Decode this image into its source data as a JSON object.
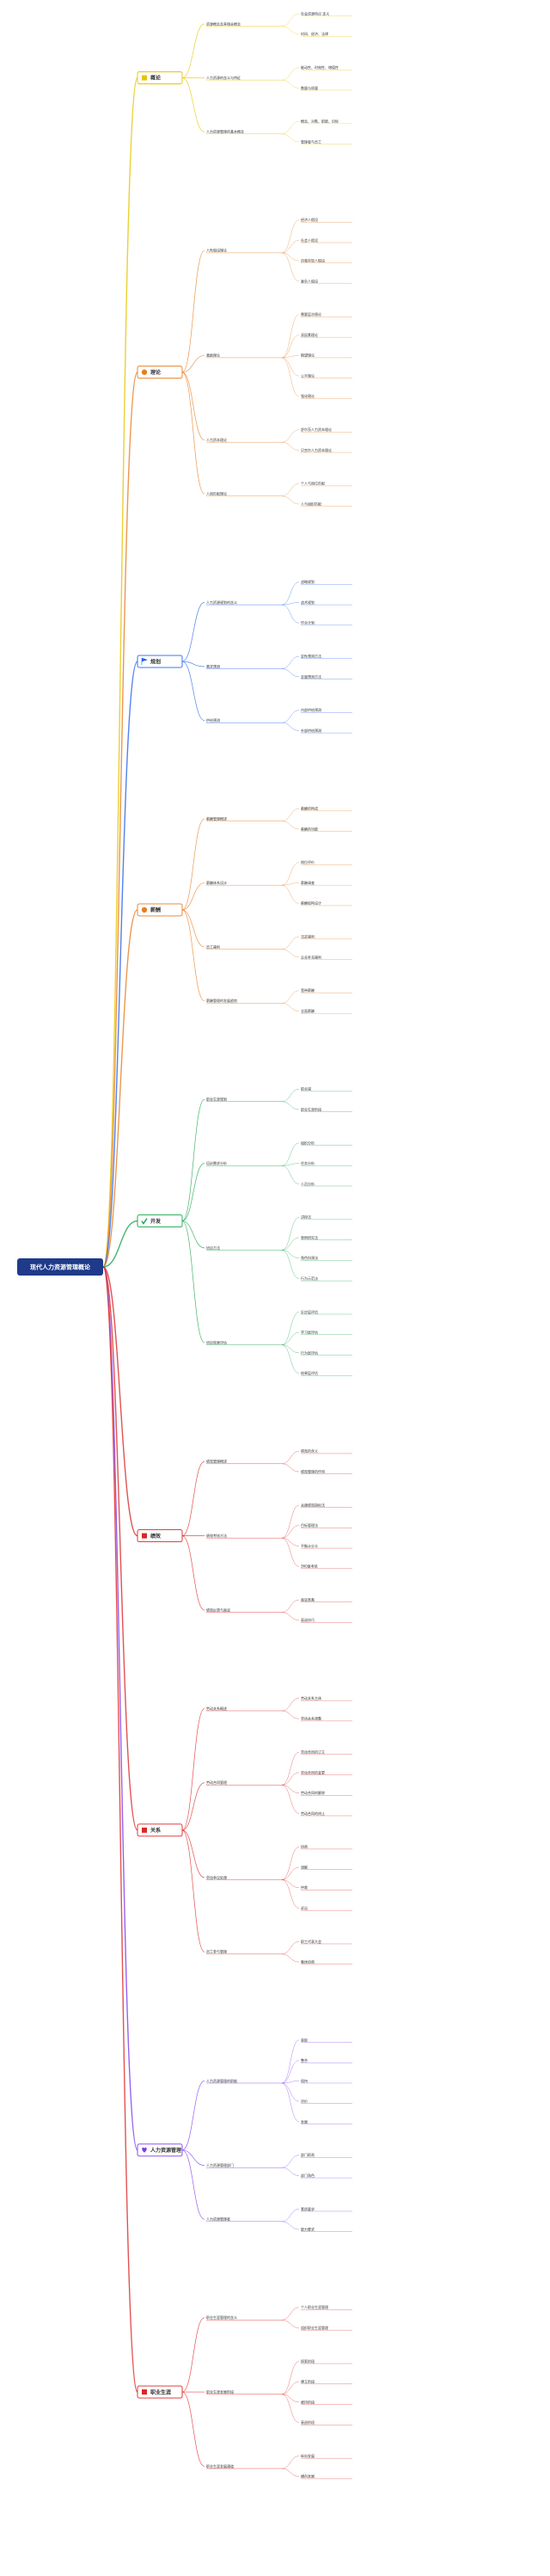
{
  "root": {
    "label": "现代人力资源管理概论",
    "color": "#1f3a8a"
  },
  "branches": [
    {
      "label": "概论",
      "color": "#e7c400",
      "icon": "square-icon",
      "children": [
        {
          "label": "资源概念及其相关概念",
          "children": [
            {
              "label": "社会资源特点 定义"
            },
            {
              "label": "时间、经济、法律"
            }
          ]
        },
        {
          "label": "人力资源的含义与特征",
          "children": [
            {
              "label": "能动性、时效性、增值性"
            },
            {
              "label": "数量与质量"
            }
          ]
        },
        {
          "label": "人力资源管理的基本概念",
          "children": [
            {
              "label": "概念、对象、职能、目标"
            },
            {
              "label": "管理者与员工"
            }
          ]
        }
      ]
    },
    {
      "label": "理论",
      "color": "#e67e22",
      "icon": "circle-icon",
      "children": [
        {
          "label": "人性假设理论",
          "children": [
            {
              "label": "经济人假设"
            },
            {
              "label": "社会人假设"
            },
            {
              "label": "自我实现人假设"
            },
            {
              "label": "复杂人假设"
            }
          ]
        },
        {
          "label": "激励理论",
          "children": [
            {
              "label": "需要层次理论"
            },
            {
              "label": "双因素理论"
            },
            {
              "label": "期望理论"
            },
            {
              "label": "公平理论"
            },
            {
              "label": "强化理论"
            }
          ]
        },
        {
          "label": "人力资本理论",
          "children": [
            {
              "label": "舒尔茨人力资本理论"
            },
            {
              "label": "贝克尔人力资本理论"
            }
          ]
        },
        {
          "label": "人岗匹配理论",
          "children": [
            {
              "label": "个人与岗位匹配"
            },
            {
              "label": "人与组织匹配"
            }
          ]
        }
      ]
    },
    {
      "label": "规划",
      "color": "#2563eb",
      "icon": "flag-icon",
      "children": [
        {
          "label": "人力资源规划的含义",
          "children": [
            {
              "label": "战略规划"
            },
            {
              "label": "战术规划"
            },
            {
              "label": "作业计划"
            }
          ]
        },
        {
          "label": "需求预测",
          "children": [
            {
              "label": "定性预测方法"
            },
            {
              "label": "定量预测方法"
            }
          ]
        },
        {
          "label": "供给预测",
          "children": [
            {
              "label": "内部供给预测"
            },
            {
              "label": "外部供给预测"
            }
          ]
        }
      ]
    },
    {
      "label": "薪酬",
      "color": "#e67e22",
      "icon": "circle-icon",
      "children": [
        {
          "label": "薪酬管理概述",
          "children": [
            {
              "label": "薪酬的构成"
            },
            {
              "label": "薪酬的功能"
            }
          ]
        },
        {
          "label": "薪酬体系设计",
          "children": [
            {
              "label": "岗位评价"
            },
            {
              "label": "薪酬调查"
            },
            {
              "label": "薪酬结构设计"
            }
          ]
        },
        {
          "label": "员工福利",
          "children": [
            {
              "label": "法定福利"
            },
            {
              "label": "企业补充福利"
            }
          ]
        },
        {
          "label": "薪酬管理的发展趋势",
          "children": [
            {
              "label": "宽带薪酬"
            },
            {
              "label": "全面薪酬"
            }
          ]
        }
      ]
    },
    {
      "label": "开发",
      "color": "#16a34a",
      "icon": "check-icon",
      "children": [
        {
          "label": "职业生涯规划",
          "children": [
            {
              "label": "职业锚"
            },
            {
              "label": "职业生涯阶段"
            }
          ]
        },
        {
          "label": "培训需求分析",
          "children": [
            {
              "label": "组织分析"
            },
            {
              "label": "任务分析"
            },
            {
              "label": "人员分析"
            }
          ]
        },
        {
          "label": "培训方法",
          "children": [
            {
              "label": "讲授法"
            },
            {
              "label": "案例研究法"
            },
            {
              "label": "角色扮演法"
            },
            {
              "label": "行为示范法"
            }
          ]
        },
        {
          "label": "培训效果评估",
          "children": [
            {
              "label": "反应层评估"
            },
            {
              "label": "学习层评估"
            },
            {
              "label": "行为层评估"
            },
            {
              "label": "结果层评估"
            }
          ]
        }
      ]
    },
    {
      "label": "绩效",
      "color": "#dc2626",
      "icon": "square-icon",
      "children": [
        {
          "label": "绩效管理概述",
          "children": [
            {
              "label": "绩效的含义"
            },
            {
              "label": "绩效管理的作用"
            }
          ]
        },
        {
          "label": "绩效考核方法",
          "children": [
            {
              "label": "关键绩效指标法"
            },
            {
              "label": "目标管理法"
            },
            {
              "label": "平衡计分卡"
            },
            {
              "label": "360度考核"
            }
          ]
        },
        {
          "label": "绩效反馈与面谈",
          "children": [
            {
              "label": "面谈准备"
            },
            {
              "label": "面谈技巧"
            }
          ]
        }
      ]
    },
    {
      "label": "关系",
      "color": "#dc2626",
      "icon": "square-icon",
      "children": [
        {
          "label": "劳动关系概述",
          "children": [
            {
              "label": "劳动关系主体"
            },
            {
              "label": "劳动关系调整"
            }
          ]
        },
        {
          "label": "劳动合同管理",
          "children": [
            {
              "label": "劳动合同的订立"
            },
            {
              "label": "劳动合同的变更"
            },
            {
              "label": "劳动合同的解除"
            },
            {
              "label": "劳动合同的终止"
            }
          ]
        },
        {
          "label": "劳动争议处理",
          "children": [
            {
              "label": "协商"
            },
            {
              "label": "调解"
            },
            {
              "label": "仲裁"
            },
            {
              "label": "诉讼"
            }
          ]
        },
        {
          "label": "员工参与管理",
          "children": [
            {
              "label": "职工代表大会"
            },
            {
              "label": "集体协商"
            }
          ]
        }
      ]
    },
    {
      "label": "人力资源管理",
      "color": "#7c3aed",
      "icon": "heart-icon",
      "children": [
        {
          "label": "人力资源管理的职能",
          "children": [
            {
              "label": "获取"
            },
            {
              "label": "整合"
            },
            {
              "label": "保持"
            },
            {
              "label": "评价"
            },
            {
              "label": "发展"
            }
          ]
        },
        {
          "label": "人力资源管理部门",
          "children": [
            {
              "label": "部门职责"
            },
            {
              "label": "部门角色"
            }
          ]
        },
        {
          "label": "人力资源管理者",
          "children": [
            {
              "label": "素质要求"
            },
            {
              "label": "能力要求"
            }
          ]
        }
      ]
    },
    {
      "label": "职业生涯",
      "color": "#dc2626",
      "icon": "square-icon",
      "children": [
        {
          "label": "职业生涯管理的含义",
          "children": [
            {
              "label": "个人职业生涯管理"
            },
            {
              "label": "组织职业生涯管理"
            }
          ]
        },
        {
          "label": "职业生涯发展阶段",
          "children": [
            {
              "label": "探索阶段"
            },
            {
              "label": "建立阶段"
            },
            {
              "label": "维持阶段"
            },
            {
              "label": "衰退阶段"
            }
          ]
        },
        {
          "label": "职业生涯发展通道",
          "children": [
            {
              "label": "纵向发展"
            },
            {
              "label": "横向发展"
            }
          ]
        }
      ]
    }
  ]
}
